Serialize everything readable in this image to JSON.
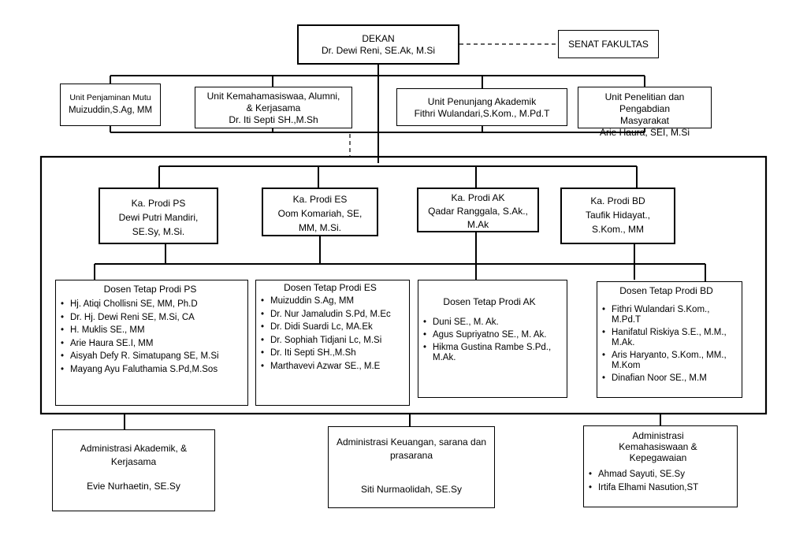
{
  "dekan": {
    "title": "DEKAN",
    "name": "Dr. Dewi Reni, SE.Ak, M.Si"
  },
  "senat": {
    "title": "SENAT FAKULTAS"
  },
  "units": [
    {
      "lines": [
        "Unit Penjaminan Mutu",
        "Muizuddin,S.Ag, MM"
      ]
    },
    {
      "lines": [
        "Unit Kemahamasiswaa, Alumni,",
        "& Kerjasama",
        "Dr. Iti Septi SH.,M.Sh"
      ]
    },
    {
      "lines": [
        "Unit Penunjang Akademik",
        "Fithri Wulandari,S.Kom., M.Pd.T"
      ]
    },
    {
      "lines": [
        "Unit Penelitian dan Pengabdian",
        "Masyarakat",
        "Arie Haura, SEI, M.Si"
      ]
    }
  ],
  "prodi": [
    {
      "lines": [
        "Ka. Prodi PS",
        "Dewi Putri Mandiri,",
        "SE.Sy, M.Si."
      ]
    },
    {
      "lines": [
        "Ka. Prodi ES",
        "Oom Komariah, SE,",
        "MM, M.Si."
      ]
    },
    {
      "lines": [
        "Ka. Prodi AK",
        "Qadar Ranggala, S.Ak.,",
        "M.Ak"
      ]
    },
    {
      "lines": [
        "Ka. Prodi BD",
        "Taufik Hidayat.,",
        "S.Kom., MM"
      ]
    }
  ],
  "dosen": [
    {
      "title": "Dosen Tetap Prodi PS",
      "items": [
        "Hj. Atiqi Chollisni SE, MM, Ph.D",
        "Dr. Hj. Dewi Reni SE, M.Si, CA",
        "H. Muklis SE., MM",
        "Arie Haura SE.I, MM",
        "Aisyah Defy R. Simatupang SE, M.Si",
        "Mayang Ayu Faluthamia S.Pd,M.Sos"
      ]
    },
    {
      "title": "Dosen Tetap Prodi ES",
      "items": [
        "Muizuddin S.Ag, MM",
        "Dr.   Nur   Jamaludin   S.Pd, M.Ec",
        "Dr. Didi Suardi Lc, MA.Ek",
        "Dr. Sophiah Tidjani Lc, M.Si",
        "Dr. Iti Septi SH.,M.Sh",
        "Marthavevi Azwar SE., M.E"
      ]
    },
    {
      "title": "Dosen Tetap Prodi AK",
      "items": [
        "Duni SE., M. Ak.",
        "Agus Supriyatno SE., M. Ak.",
        "Hikma Gustina Rambe S.Pd., M.Ak."
      ]
    },
    {
      "title": "Dosen Tetap Prodi BD",
      "items": [
        "Fithri Wulandari S.Kom., M.Pd.T",
        "Hanifatul Riskiya S.E., M.M., M.Ak.",
        "Aris Haryanto, S.Kom., MM., M.Kom",
        "Dinafian Noor SE., M.M"
      ]
    }
  ],
  "admin": [
    {
      "lines": [
        "Administrasi Akademik,  &",
        "Kerjasama",
        "",
        "Evie Nurhaetin, SE.Sy"
      ]
    },
    {
      "lines": [
        "Administrasi Keuangan, sarana dan",
        "prasarana",
        "",
        "Siti Nurmaolidah, SE.Sy"
      ]
    },
    {
      "title": [
        "Administrasi",
        "Kemahasiswaan &",
        "Kepegawaian"
      ],
      "items": [
        "Ahmad Sayuti, SE.Sy",
        "Irtifa Elhami Nasution,ST"
      ]
    }
  ]
}
